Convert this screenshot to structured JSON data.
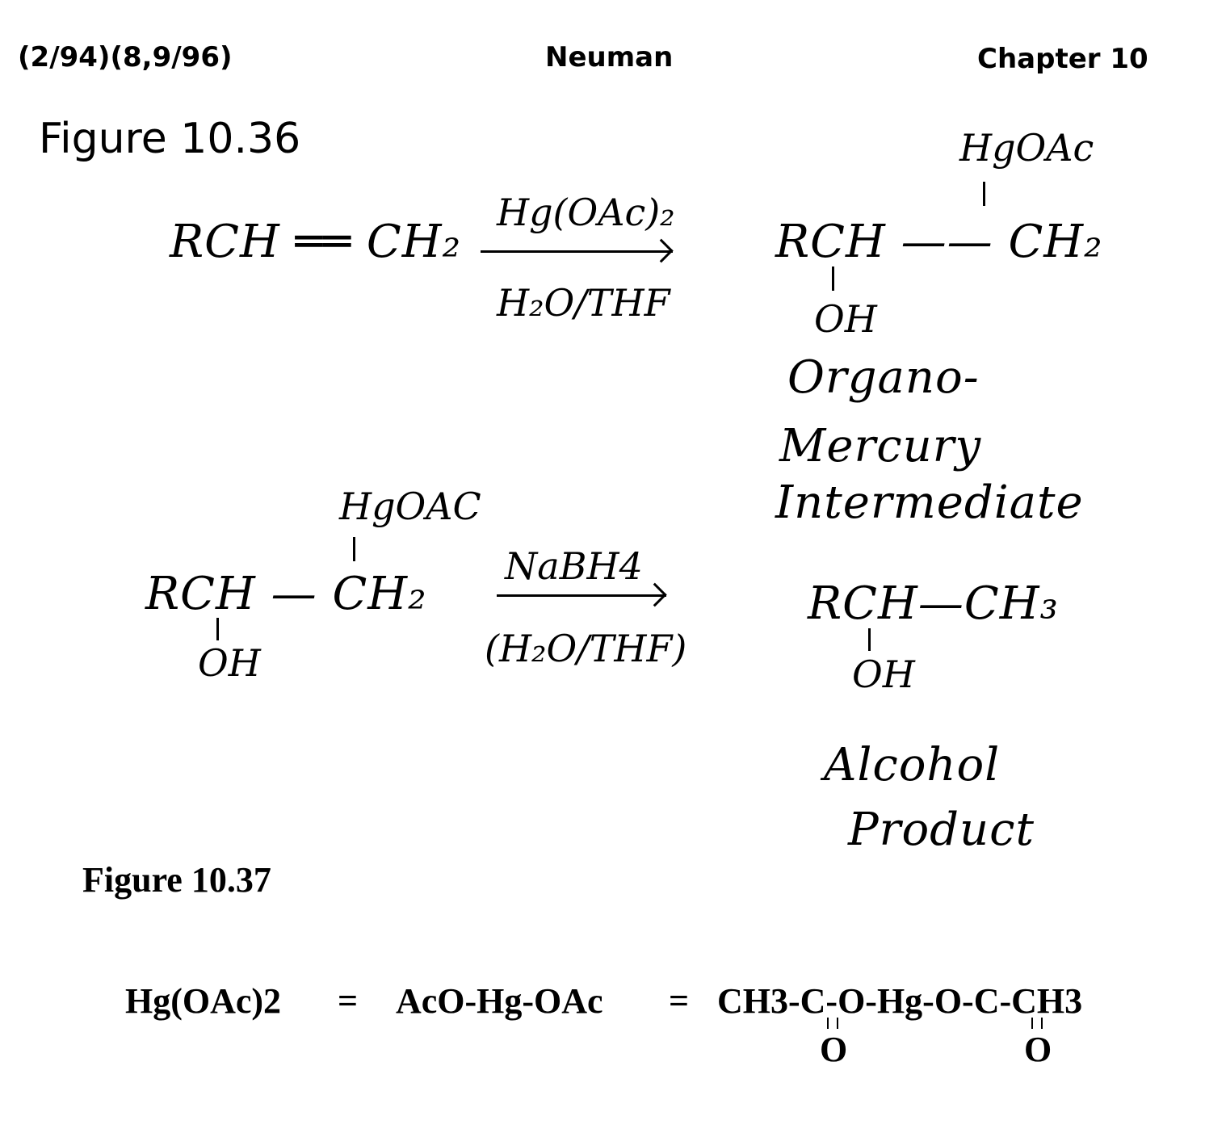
{
  "header": {
    "dates": "(2/94)(8,9/96)",
    "author": "Neuman",
    "chapter": "Chapter 10"
  },
  "figure_10_36": {
    "title": "Figure 10.36",
    "reaction1": {
      "reactant": "RCH ══ CH₂",
      "reagent_top": "Hg(OAc)₂",
      "reagent_bottom": "H₂O/THF",
      "product_top": "HgOAc",
      "product_main": "RCH —— CH₂",
      "product_oh": "OH",
      "label_line1": "Organo-",
      "label_line2": "Mercury",
      "label_line3": "Intermediate"
    },
    "reaction2": {
      "reactant_top": "HgOAC",
      "reactant_main": "RCH — CH₂",
      "reactant_oh": "OH",
      "reagent_top": "NaBH4",
      "reagent_bottom": "(H₂O/THF)",
      "product_main": "RCH—CH₃",
      "product_oh": "OH",
      "label_line1": "Alcohol",
      "label_line2": "Product"
    }
  },
  "figure_10_37": {
    "title": "Figure 10.37",
    "formula1": "Hg(OAc)2",
    "eq1": "=",
    "formula2": "AcO-Hg-OAc",
    "eq2": "=",
    "formula3": "CH3-C-O-Hg-O-C-CH3",
    "carbonyl_o1": "O",
    "carbonyl_o2": "O"
  }
}
